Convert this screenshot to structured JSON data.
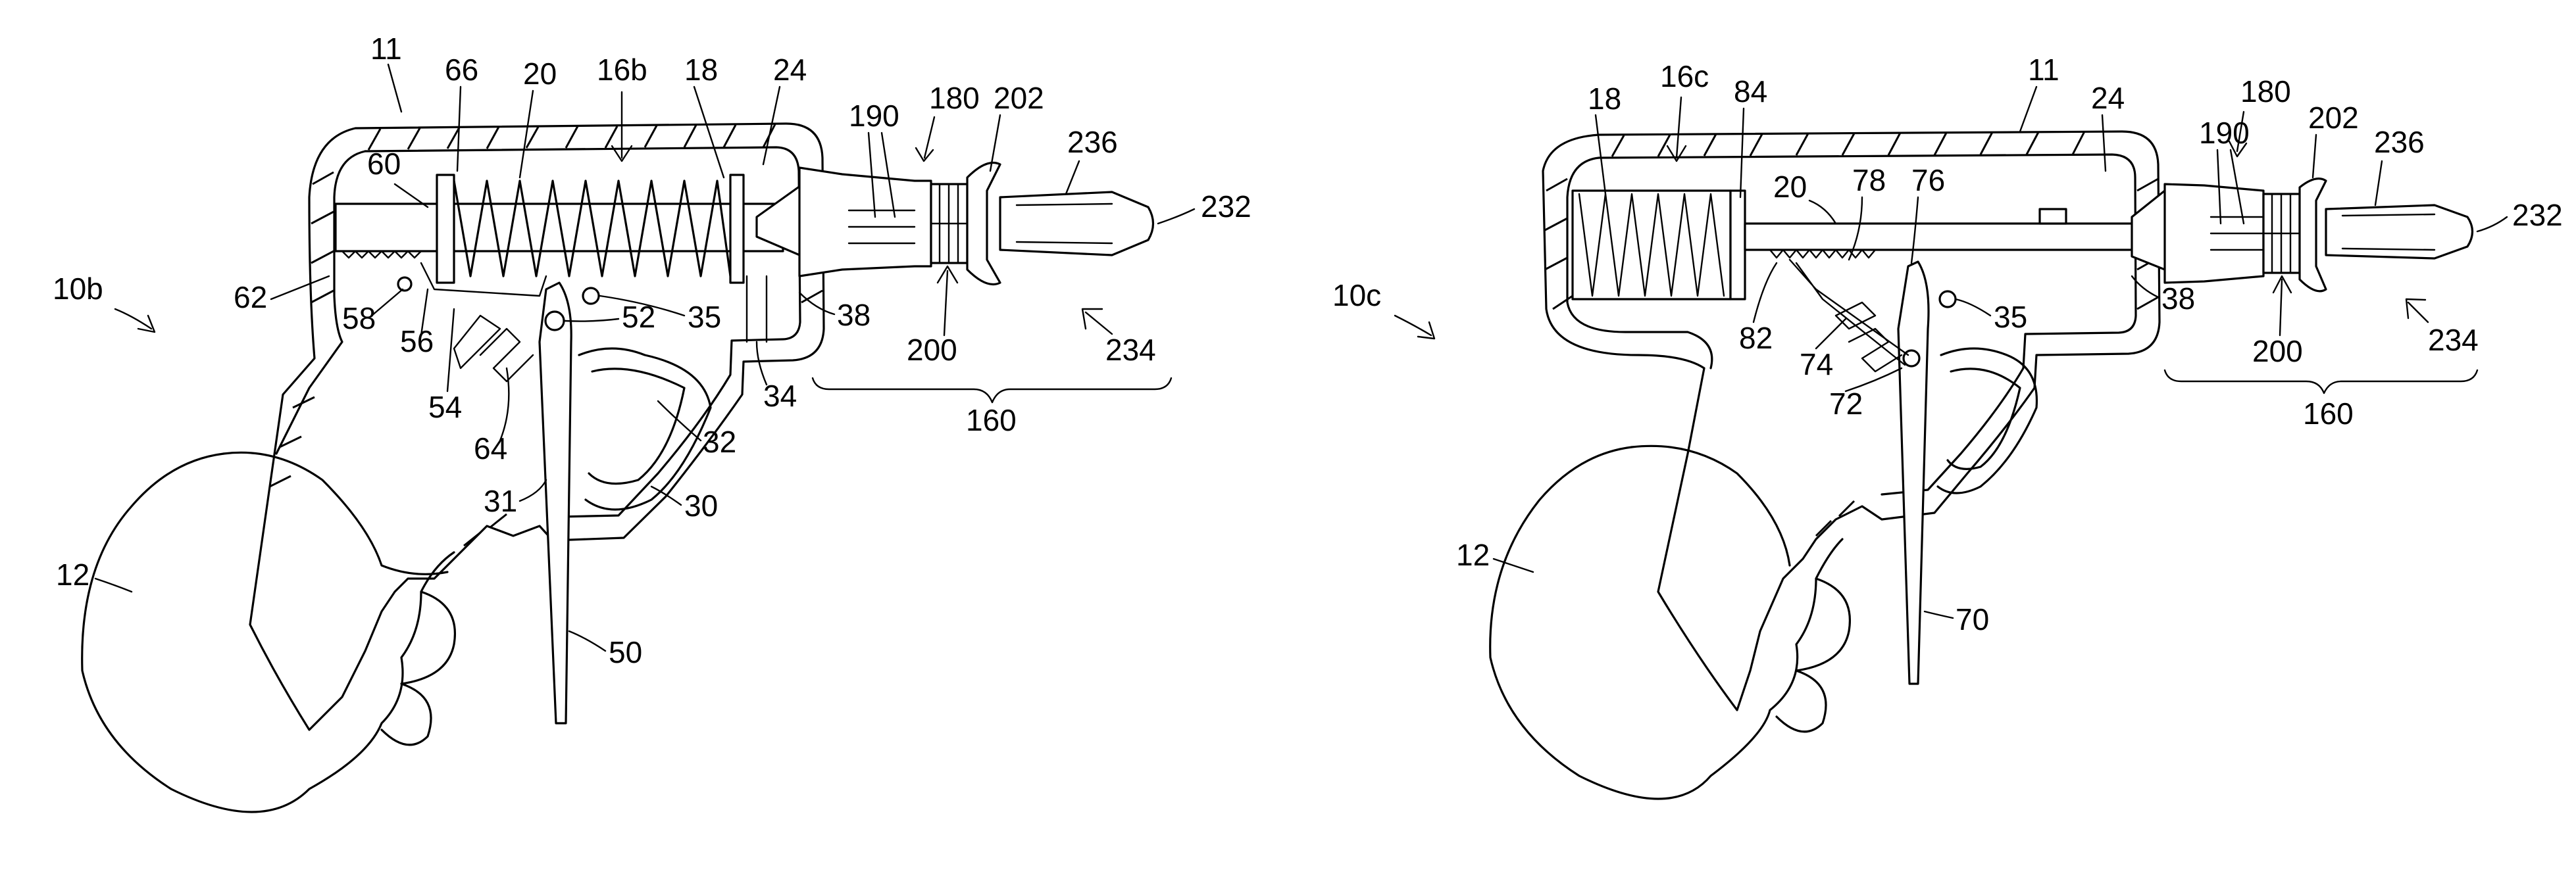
{
  "figures": [
    {
      "id": "10b",
      "label": "10b",
      "callouts": [
        "11",
        "66",
        "20",
        "16b",
        "18",
        "24",
        "190",
        "180",
        "202",
        "236",
        "232",
        "60",
        "62",
        "58",
        "56",
        "54",
        "52",
        "35",
        "38",
        "200",
        "234",
        "34",
        "64",
        "32",
        "31",
        "30",
        "50",
        "12",
        "160"
      ]
    },
    {
      "id": "10c",
      "label": "10c",
      "callouts": [
        "18",
        "16c",
        "84",
        "11",
        "24",
        "180",
        "190",
        "202",
        "236",
        "232",
        "20",
        "78",
        "76",
        "38",
        "35",
        "82",
        "74",
        "200",
        "234",
        "72",
        "160",
        "12",
        "70"
      ]
    }
  ],
  "labels_left": {
    "l11": "11",
    "l66": "66",
    "l20": "20",
    "l16b": "16b",
    "l18": "18",
    "l24": "24",
    "l190": "190",
    "l180": "180",
    "l202": "202",
    "l236": "236",
    "l232": "232",
    "l60": "60",
    "l62": "62",
    "l58": "58",
    "l56": "56",
    "l54": "54",
    "l52": "52",
    "l35": "35",
    "l38": "38",
    "l200": "200",
    "l234": "234",
    "l34": "34",
    "l64": "64",
    "l32": "32",
    "l31": "31",
    "l30": "30",
    "l50": "50",
    "l12": "12",
    "l160": "160",
    "l10b": "10b"
  },
  "labels_right": {
    "l18": "18",
    "l16c": "16c",
    "l84": "84",
    "l11": "11",
    "l24": "24",
    "l180": "180",
    "l190": "190",
    "l202": "202",
    "l236": "236",
    "l232": "232",
    "l20": "20",
    "l78": "78",
    "l76": "76",
    "l38": "38",
    "l35": "35",
    "l82": "82",
    "l74": "74",
    "l200": "200",
    "l234": "234",
    "l72": "72",
    "l160": "160",
    "l12": "12",
    "l70": "70",
    "l10c": "10c"
  }
}
